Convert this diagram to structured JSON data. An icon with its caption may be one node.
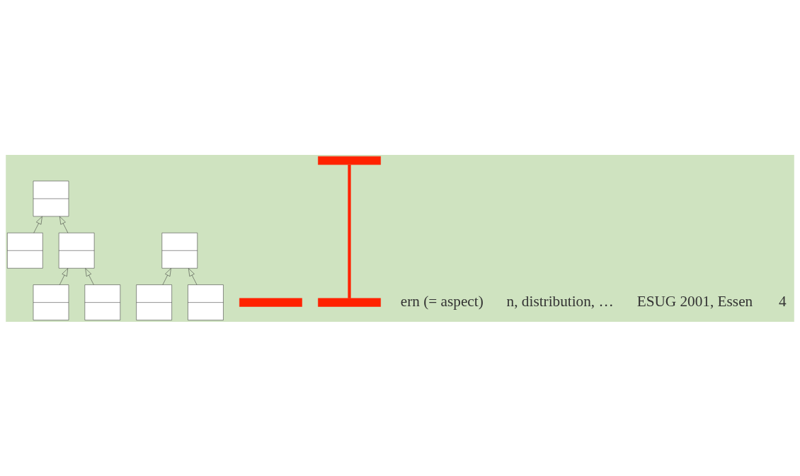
{
  "diagram": {
    "nodes": [
      {
        "text": [],
        "shape": "box"
      },
      {
        "text": [],
        "shape": "box"
      },
      {
        "text": [],
        "shape": "box"
      },
      {
        "text": [],
        "shape": "box"
      },
      {
        "text": [],
        "shape": "box"
      },
      {
        "text": [],
        "shape": "box"
      },
      {
        "text": [],
        "shape": "box"
      },
      {
        "text": [],
        "shape": "box"
      },
      {
        "text": [],
        "shape": "bar"
      },
      {
        "text": [],
        "shape": "bar"
      },
      {
        "text": [],
        "shape": "bar"
      }
    ],
    "edges": [
      {
        "from": 1,
        "to": 0,
        "arrow": "to"
      },
      {
        "from": 2,
        "to": 0,
        "arrow": "to"
      },
      {
        "from": 6,
        "to": 5,
        "arrow": "to"
      },
      {
        "from": 7,
        "to": 5,
        "arrow": "to"
      },
      {
        "from": 3,
        "to": 2,
        "arrow": "to"
      },
      {
        "from": 4,
        "to": 2,
        "arrow": "to"
      },
      {
        "from": 9,
        "to": 10,
        "arrow": "none",
        "style": "thick",
        "color": "#ff2200"
      }
    ],
    "labels": [
      "ern (= aspect)",
      "n, distribution, …",
      "ESUG 2001, Essen",
      "4"
    ]
  }
}
